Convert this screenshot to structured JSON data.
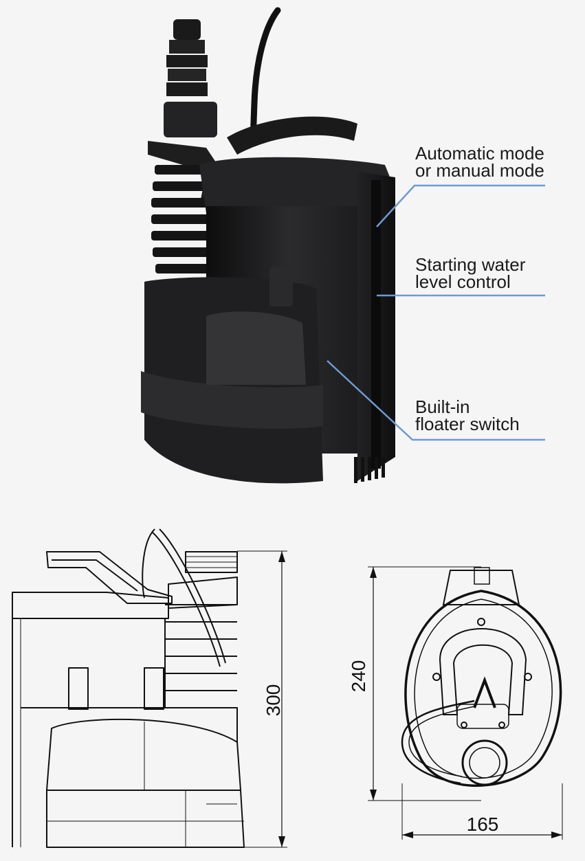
{
  "annotations": [
    {
      "line1": "Automatic mode",
      "line2": "or manual mode"
    },
    {
      "line1": "Starting water",
      "line2": "level control"
    },
    {
      "line1": "Built-in",
      "line2": "floater switch"
    }
  ],
  "dimensions": {
    "height": "300",
    "depth": "240",
    "width": "165"
  },
  "colors": {
    "background": "#f5f5f6",
    "pump_body": "#1c1c1d",
    "leader_line": "#6e9bd2",
    "drawing_line": "#111111"
  }
}
